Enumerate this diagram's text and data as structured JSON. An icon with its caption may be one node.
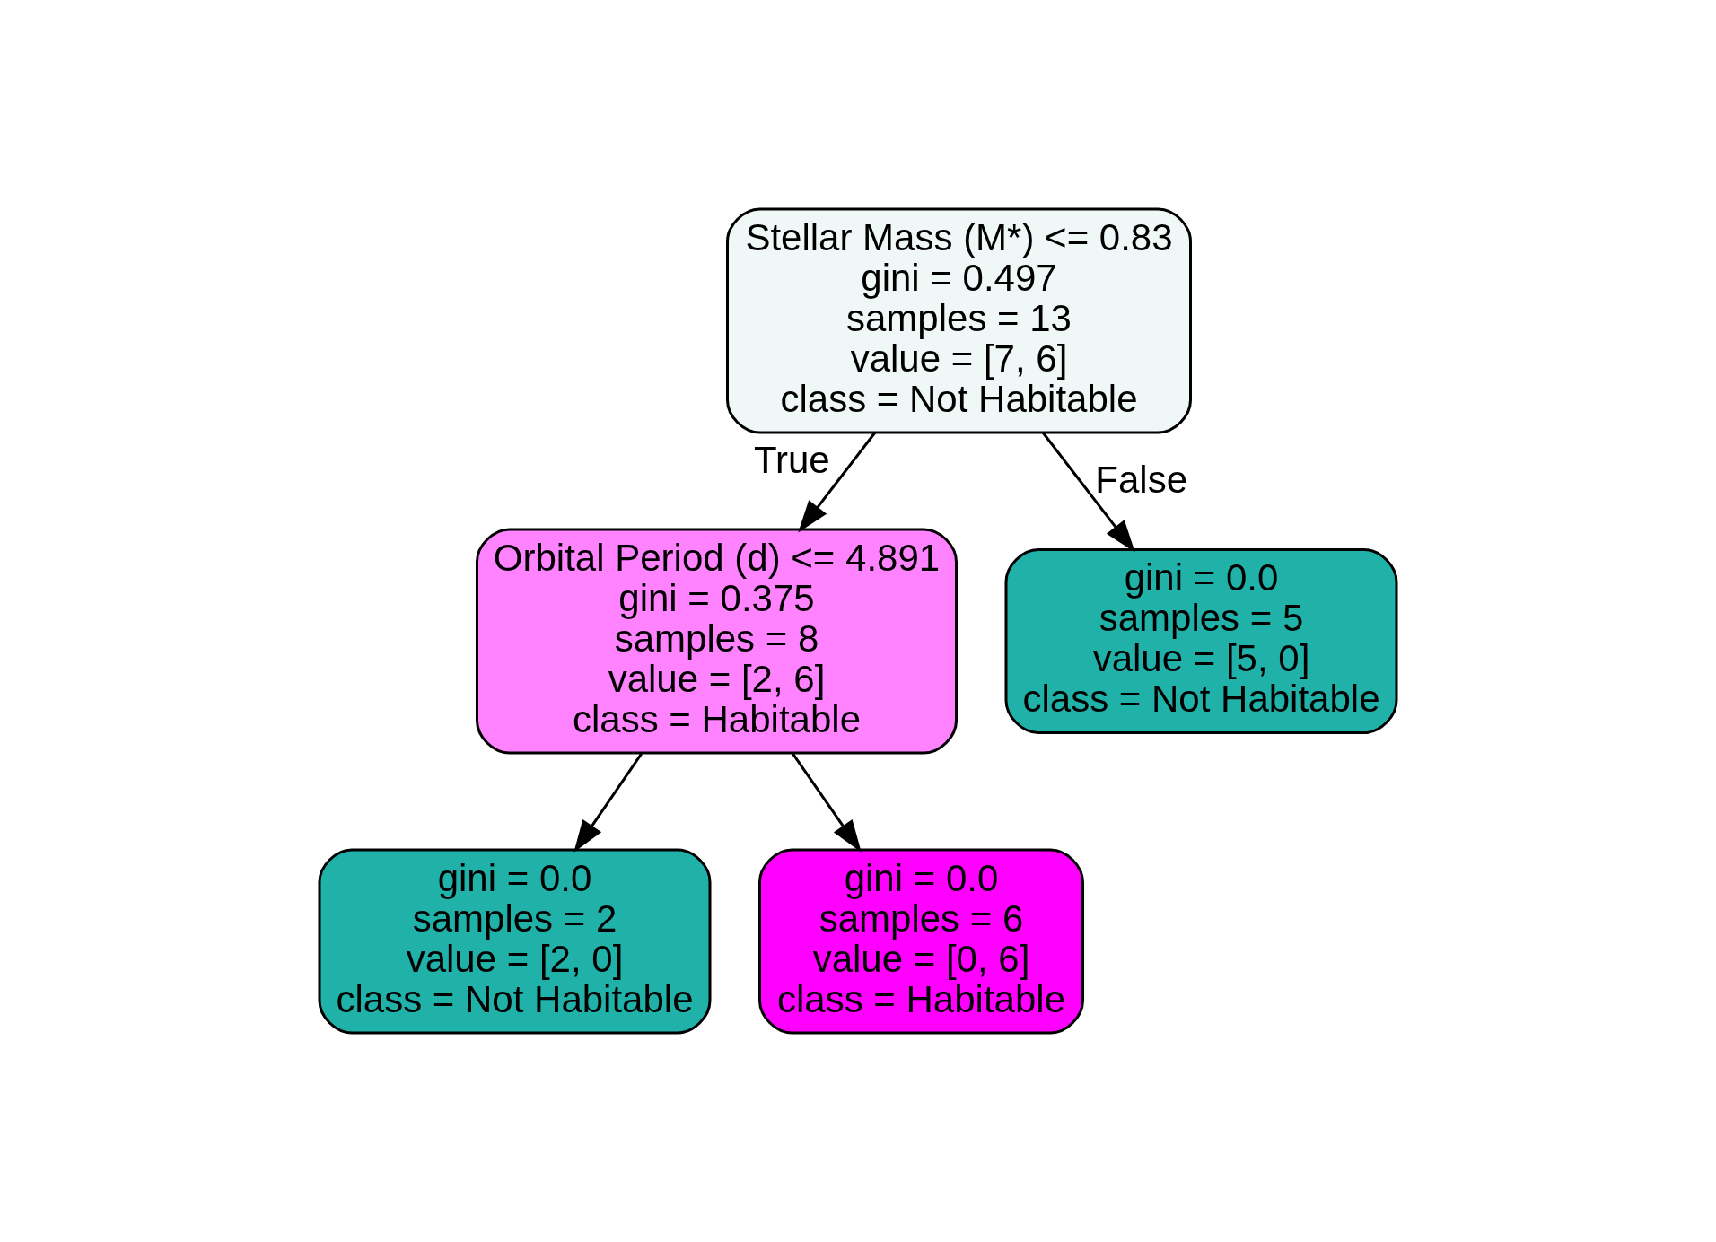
{
  "diagram": {
    "nodes": [
      {
        "text": [
          "Stellar Mass (M*) <= 0.83",
          "gini = 0.497",
          "samples = 13",
          "value = [7, 6]",
          "class = Not Habitable"
        ]
      },
      {
        "text": [
          "Orbital Period (d) <= 4.891",
          "gini = 0.375",
          "samples = 8",
          "value = [2, 6]",
          "class = Habitable"
        ]
      },
      {
        "text": [
          "gini = 0.0",
          "samples = 5",
          "value = [5, 0]",
          "class = Not Habitable"
        ]
      },
      {
        "text": [
          "gini = 0.0",
          "samples = 2",
          "value = [2, 0]",
          "class = Not Habitable"
        ]
      },
      {
        "text": [
          "gini = 0.0",
          "samples = 6",
          "value = [0, 6]",
          "class = Habitable"
        ]
      }
    ],
    "edges": [
      {
        "from": 0,
        "to": 1,
        "arrow": "to",
        "label": "True"
      },
      {
        "from": 0,
        "to": 2,
        "arrow": "to",
        "label": "False"
      },
      {
        "from": 1,
        "to": 3,
        "arrow": "to"
      },
      {
        "from": 1,
        "to": 4,
        "arrow": "to"
      }
    ]
  }
}
